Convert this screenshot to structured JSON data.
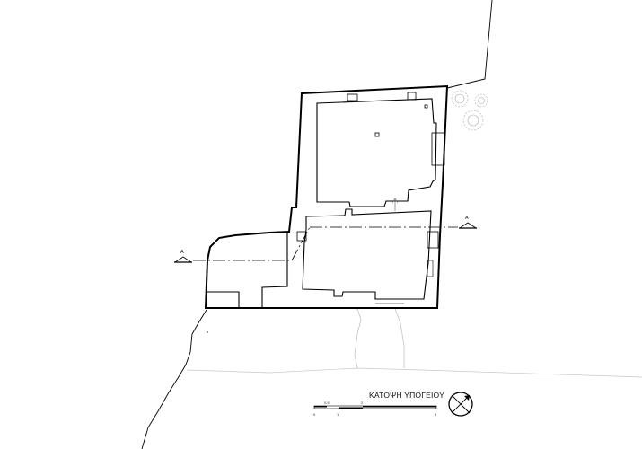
{
  "plan_title": "ΚΑΤΟΨΗ ΥΠΟΓΕΙΟΥ",
  "section_marks": {
    "left": "A",
    "right": "A"
  },
  "scale_bar": {
    "labels_top": [
      "0.5",
      "2"
    ],
    "labels_bottom": [
      "0",
      "1",
      "5"
    ]
  },
  "north_arrow_icon": "circle-cross-arrow",
  "tree_icon": "tree-canopy",
  "colors": {
    "line": "#000000",
    "contour": "#bdbdbd",
    "section_line": "#000000"
  }
}
